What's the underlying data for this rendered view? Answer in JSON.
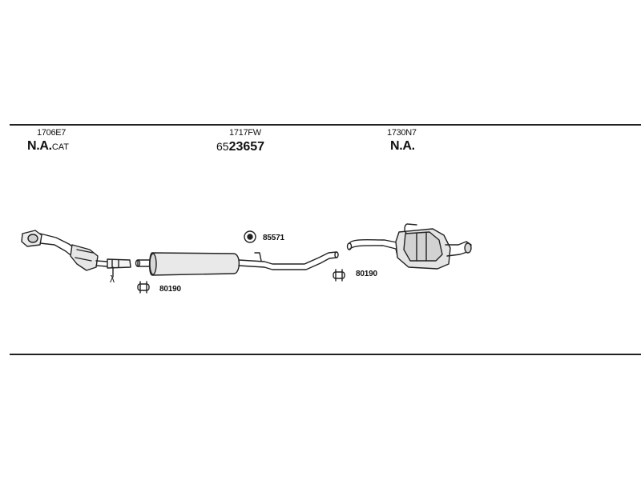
{
  "sections": [
    {
      "code": "1706E7",
      "primary": "N.A.",
      "secondary": "CAT"
    },
    {
      "code": "1717FW",
      "number_prefix": "65",
      "number_main": "23657"
    },
    {
      "code": "1730N7",
      "primary": "N.A."
    }
  ],
  "parts": {
    "clamp_1": "80190",
    "seal": "85571",
    "clamp_2": "80190",
    "lambda_symbol": "λ"
  }
}
